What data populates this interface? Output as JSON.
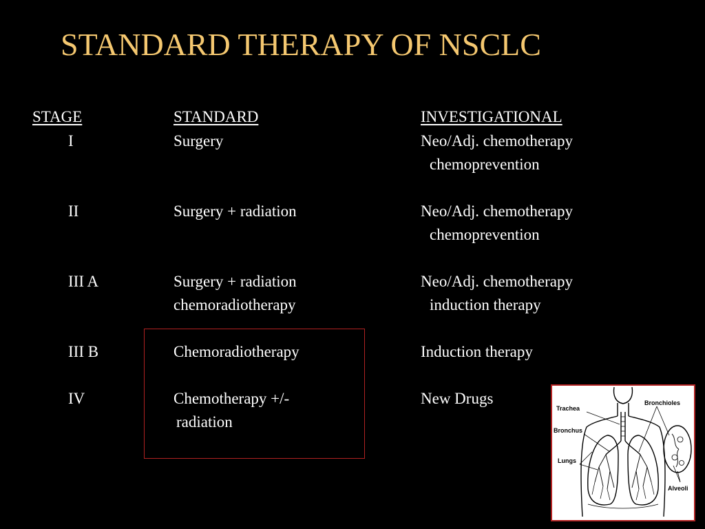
{
  "title": "STANDARD THERAPY OF NSCLC",
  "headers": {
    "stage": "STAGE",
    "standard": "STANDARD",
    "investigational": "INVESTIGATIONAL"
  },
  "rows": [
    {
      "stage": "I",
      "standard": [
        "Surgery"
      ],
      "investigational": [
        "Neo/Adj. chemotherapy",
        "chemoprevention"
      ]
    },
    {
      "stage": "II",
      "standard": [
        "Surgery + radiation"
      ],
      "investigational": [
        "Neo/Adj. chemotherapy",
        "chemoprevention"
      ]
    },
    {
      "stage": "III A",
      "standard": [
        "Surgery + radiation",
        "chemoradiotherapy"
      ],
      "investigational": [
        "Neo/Adj. chemotherapy",
        "induction therapy"
      ]
    },
    {
      "stage": "III B",
      "standard": [
        "Chemoradiotherapy"
      ],
      "investigational": [
        "Induction therapy"
      ]
    },
    {
      "stage": "IV",
      "standard": [
        "Chemotherapy +/-",
        "radiation"
      ],
      "investigational": [
        "New Drugs"
      ]
    }
  ],
  "diagram": {
    "labels": {
      "trachea": "Trachea",
      "bronchus": "Bronchus",
      "lungs": "Lungs",
      "bronchioles": "Bronchioles",
      "alveoli": "Alveoli"
    }
  },
  "colors": {
    "background": "#000000",
    "title": "#f5c870",
    "text": "#ffffff",
    "highlight_box": "#b22222"
  }
}
